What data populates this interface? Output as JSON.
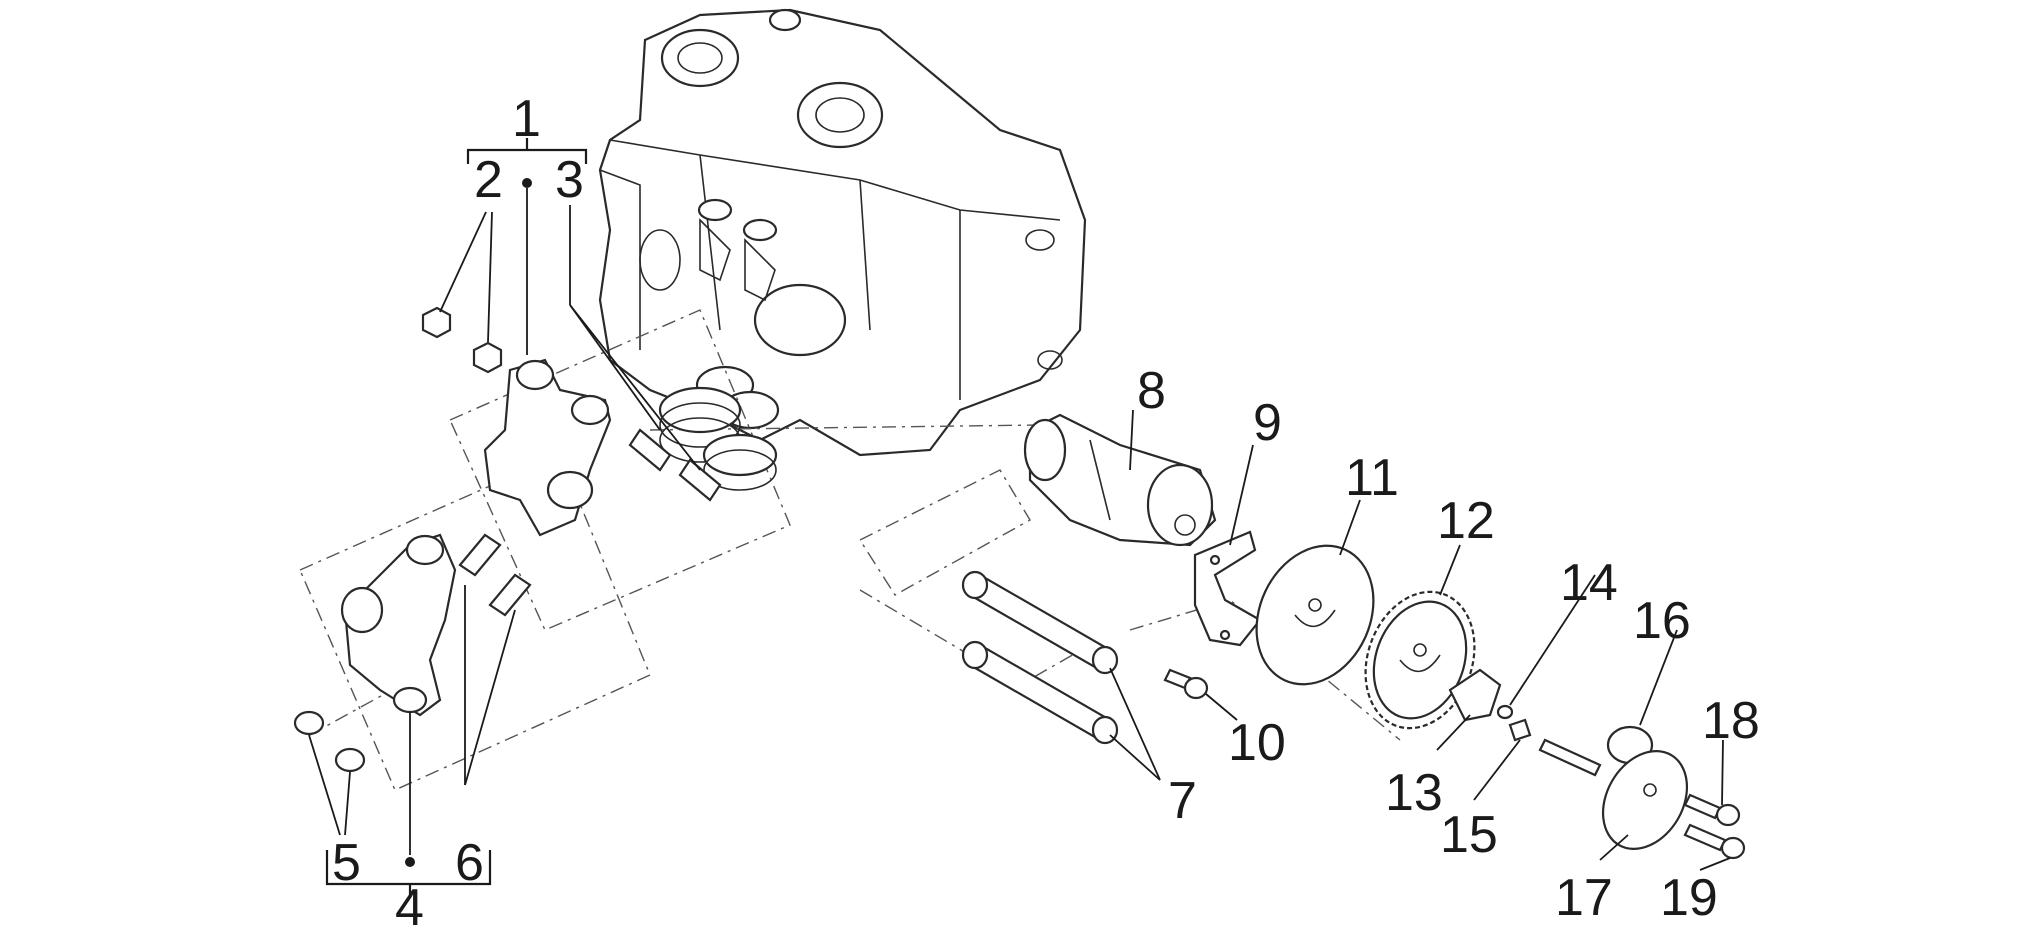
{
  "callouts": {
    "n1": "1",
    "n2": "2",
    "n3": "3",
    "n4": "4",
    "n5": "5",
    "n6": "6",
    "n7": "7",
    "n8": "8",
    "n9": "9",
    "n10": "10",
    "n11": "11",
    "n12": "12",
    "n13": "13",
    "n14": "14",
    "n15": "15",
    "n16": "16",
    "n17": "17",
    "n18": "18",
    "n19": "19"
  },
  "colors": {
    "line": "#2a2a2a",
    "background": "#ffffff",
    "text": "#1a1a1a"
  }
}
